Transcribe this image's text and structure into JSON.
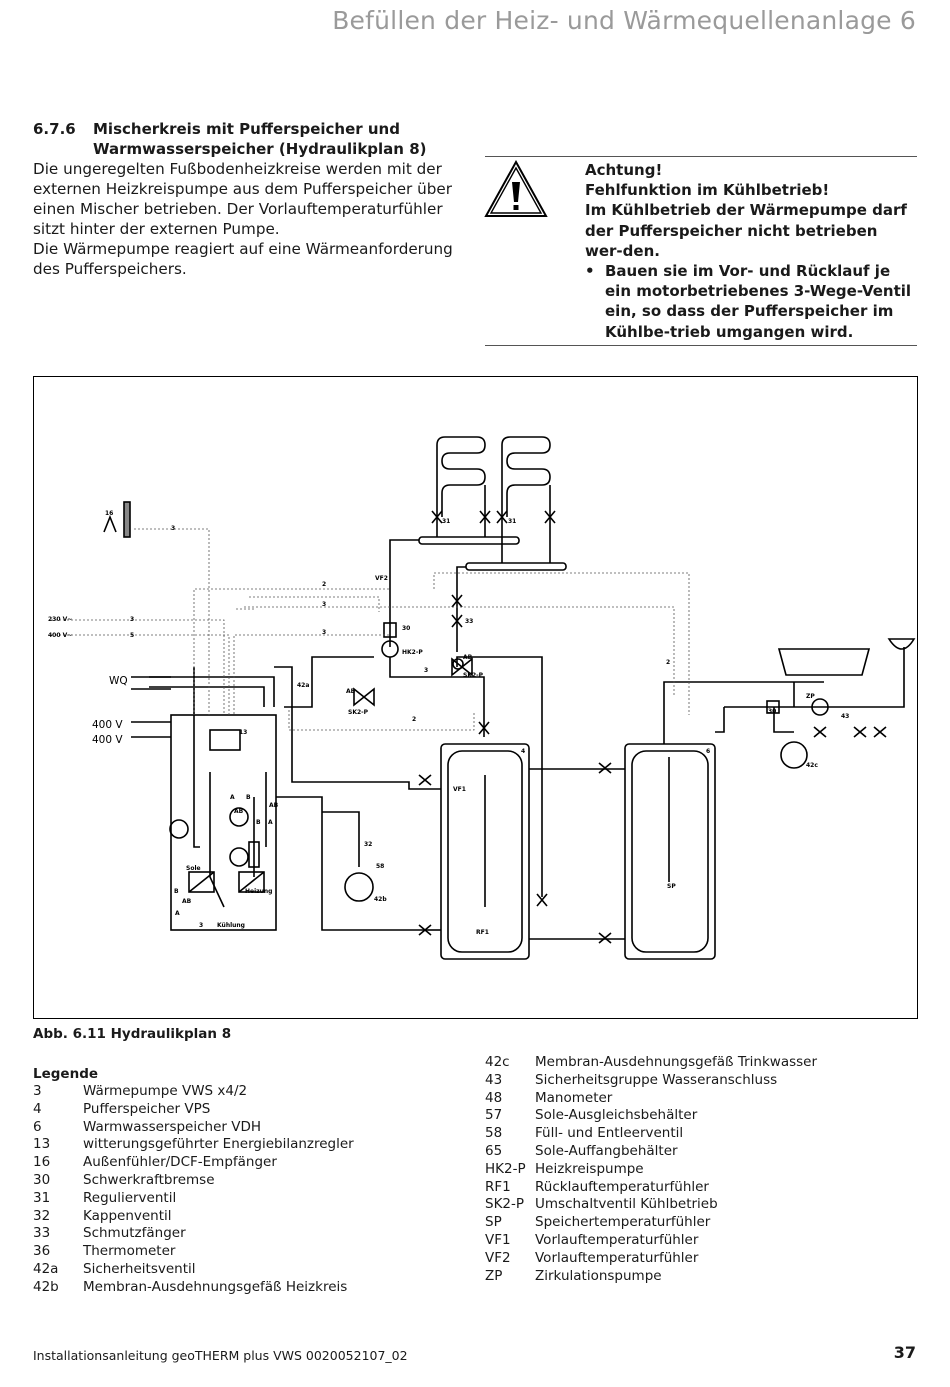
{
  "header": {
    "title": "Befüllen der Heiz- und Wärmequellenanlage 6"
  },
  "section": {
    "number": "6.7.6",
    "title_line1": "Mischerkreis mit Pufferspeicher und",
    "title_line2": "Warmwasserspeicher (Hydraulikplan 8)",
    "paragraph1": "Die ungeregelten Fußbodenheizkreise werden mit der externen Heizkreispumpe aus dem Pufferspeicher über einen Mischer betrieben. Der Vorlauftemperaturfühler sitzt hinter der externen Pumpe.",
    "paragraph2": "Die Wärmepumpe reagiert auf eine Wärmeanforderung des Pufferspeichers."
  },
  "warning": {
    "icon": "warning-triangle-icon",
    "line1": "Achtung!",
    "line2": "Fehlfunktion im Kühlbetrieb!",
    "line3": "Im Kühlbetrieb der Wärmepumpe darf der Pufferspeicher nicht betrieben wer-den.",
    "bullet_symbol": "•",
    "bullet": "Bauen sie im Vor- und Rücklauf je ein motorbetriebenes 3-Wege-Ventil ein, so dass der Pufferspeicher im Kühlbe-trieb umgangen wird."
  },
  "diagram_labels": {
    "l16": "16",
    "l31a": "31",
    "l31b": "31",
    "l3a": "3",
    "l3b": "3",
    "l3c": "3",
    "l3d": "3",
    "l3e": "3",
    "l2a": "2",
    "l2b": "2",
    "l2c": "2",
    "l5": "5",
    "v230": "230 V~",
    "v400": "400 V~",
    "vf2": "VF2",
    "l30a": "30",
    "hk2p": "HK2-P",
    "l33": "33",
    "ab1": "AB",
    "sk2pa": "SK2-P",
    "wq": "WQ",
    "v400a": "400 V",
    "v400b": "400 V",
    "l42a": "42a",
    "ab2": "AB",
    "sk2pb": "SK2-P",
    "l13": "13",
    "l4": "4",
    "l6": "6",
    "vf1": "VF1",
    "sp": "SP",
    "rf1": "RF1",
    "l32": "32",
    "l58": "58",
    "l42b": "42b",
    "l42c": "42c",
    "zp": "ZP",
    "l30b": "30",
    "l43": "43",
    "sole": "Sole",
    "heizung": "Heizung",
    "kuehlung": "Kühlung",
    "a1": "A",
    "b1": "B",
    "ab3": "AB",
    "b2": "B",
    "a2": "A",
    "ab4": "AB",
    "b3": "B",
    "ab5": "AB",
    "a3": "A",
    "l3f": "3"
  },
  "caption": "Abb. 6.11 Hydraulikplan 8",
  "legend": {
    "title": "Legende",
    "left": [
      {
        "code": "3",
        "text": "Wärmepumpe VWS x4/2"
      },
      {
        "code": "4",
        "text": "Pufferspeicher VPS"
      },
      {
        "code": "6",
        "text": "Warmwasserspeicher VDH"
      },
      {
        "code": "13",
        "text": "witterungsgeführter Energiebilanzregler"
      },
      {
        "code": "16",
        "text": "Außenfühler/DCF-Empfänger"
      },
      {
        "code": "30",
        "text": "Schwerkraftbremse"
      },
      {
        "code": "31",
        "text": "Regulierventil"
      },
      {
        "code": "32",
        "text": "Kappenventil"
      },
      {
        "code": "33",
        "text": "Schmutzfänger"
      },
      {
        "code": "36",
        "text": "Thermometer"
      },
      {
        "code": "42a",
        "text": "Sicherheitsventil"
      },
      {
        "code": "42b",
        "text": "Membran-Ausdehnungsgefäß Heizkreis"
      }
    ],
    "right": [
      {
        "code": "42c",
        "text": "Membran-Ausdehnungsgefäß Trinkwasser"
      },
      {
        "code": "43",
        "text": "Sicherheitsgruppe Wasseranschluss"
      },
      {
        "code": "48",
        "text": "Manometer"
      },
      {
        "code": "57",
        "text": "Sole-Ausgleichsbehälter"
      },
      {
        "code": "58",
        "text": "Füll- und Entleerventil"
      },
      {
        "code": "65",
        "text": "Sole-Auffangbehälter"
      },
      {
        "code": "HK2-P",
        "text": "Heizkreispumpe"
      },
      {
        "code": "RF1",
        "text": "Rücklauftemperaturfühler"
      },
      {
        "code": "SK2-P",
        "text": "Umschaltventil Kühlbetrieb"
      },
      {
        "code": "SP",
        "text": "Speichertemperaturfühler"
      },
      {
        "code": "VF1",
        "text": "Vorlauftemperaturfühler"
      },
      {
        "code": "VF2",
        "text": "Vorlauftemperaturfühler"
      },
      {
        "code": "ZP",
        "text": "Zirkulationspumpe"
      }
    ]
  },
  "footer": {
    "left": "Installationsanleitung geoTHERM plus VWS 0020052107_02",
    "page": "37"
  }
}
